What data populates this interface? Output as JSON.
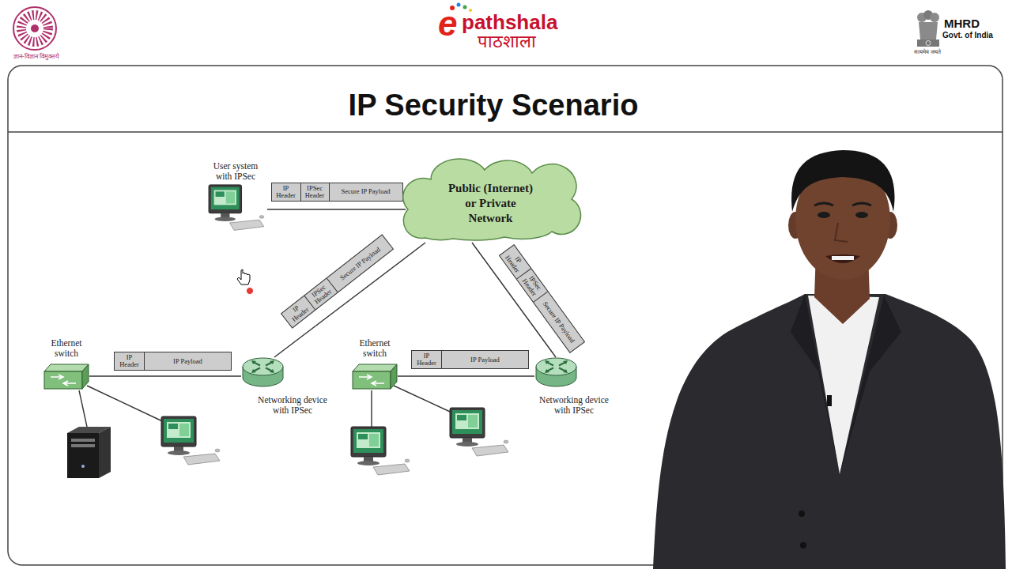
{
  "diagram": {
    "title": "IP Security Scenario",
    "nodes": [
      {
        "text": [
          "User system with IPSec"
        ]
      },
      {
        "text": [
          "IP Header",
          "IPSec Header",
          "Secure IP Payload"
        ]
      },
      {
        "text": [
          "Public (Internet) or Private Network"
        ]
      },
      {
        "text": [
          "IP Header",
          "IPSec Header",
          "Secure IP Payload"
        ]
      },
      {
        "text": [
          "IP Header",
          "IPSec Header",
          "Secure IP Payload"
        ]
      },
      {
        "text": [
          "Ethernet switch"
        ]
      },
      {
        "text": [
          "IP Header",
          "IP Payload"
        ]
      },
      {
        "text": [
          "Networking device with IPSec"
        ]
      },
      {
        "text": [
          "Ethernet switch"
        ]
      },
      {
        "text": [
          "IP Header",
          "IP Payload"
        ]
      },
      {
        "text": [
          "Networking device with IPSec"
        ]
      }
    ],
    "edges": [
      {
        "from": 0,
        "to": 2,
        "arrow": "none"
      },
      {
        "from": 7,
        "to": 2,
        "arrow": "none"
      },
      {
        "from": 10,
        "to": 2,
        "arrow": "none"
      },
      {
        "from": 5,
        "to": 7,
        "arrow": "none"
      },
      {
        "from": 8,
        "to": 10,
        "arrow": "none"
      }
    ],
    "labels": [
      "ज्ञान-विज्ञान विमुक्तये",
      "e",
      "pathshala",
      "पाठशाला",
      "MHRD",
      "Govt. of India",
      "सत्यमेव जयते"
    ]
  }
}
